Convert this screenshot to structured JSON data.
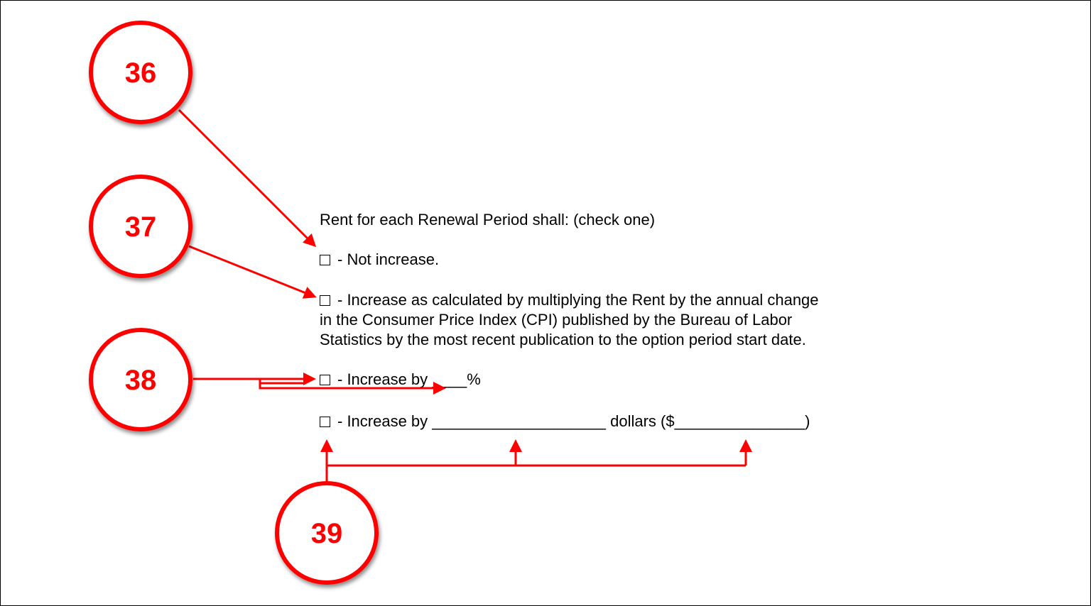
{
  "document": {
    "heading": "Rent for each Renewal Period shall: (check one)",
    "options": [
      {
        "checkbox": "☐",
        "text": "- Not increase."
      },
      {
        "checkbox": "☐",
        "lines": [
          "- Increase as calculated by multiplying the Rent by the annual change",
          "in the Consumer Price Index (CPI) published by the Bureau of Labor",
          "Statistics by the most recent publication to the option period start date."
        ]
      },
      {
        "checkbox": "☐",
        "text": "- Increase by ____%"
      },
      {
        "checkbox": "☐",
        "text": "- Increase by ____________________ dollars ($_______________)"
      }
    ]
  },
  "callouts": [
    "36",
    "37",
    "38",
    "39"
  ],
  "colors": {
    "annotation": "#ff0000",
    "text": "#000000",
    "background": "#ffffff"
  }
}
